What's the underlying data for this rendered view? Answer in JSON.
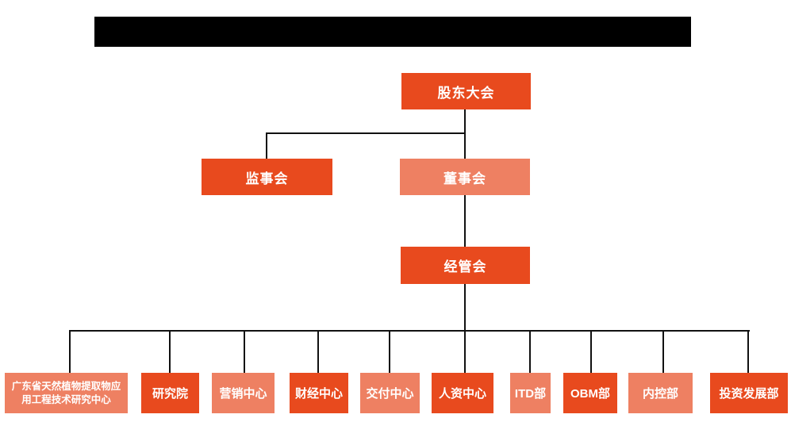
{
  "colors": {
    "primary_dark": "#e84a1e",
    "primary_light": "#ee8062",
    "connector": "#111111"
  },
  "org_chart": {
    "level1": {
      "shareholders_meeting": "股东大会"
    },
    "level2": {
      "supervisory_board": "监事会",
      "board_of_directors": "董事会"
    },
    "level3": {
      "management_committee": "经管会"
    },
    "departments": [
      {
        "label": "广东省天然植物提取物应用工程技术研究中心",
        "variant": "light"
      },
      {
        "label": "研究院",
        "variant": "dark"
      },
      {
        "label": "营销中心",
        "variant": "light"
      },
      {
        "label": "财经中心",
        "variant": "dark"
      },
      {
        "label": "交付中心",
        "variant": "light"
      },
      {
        "label": "人资中心",
        "variant": "dark"
      },
      {
        "label": "ITD部",
        "variant": "light"
      },
      {
        "label": "OBM部",
        "variant": "dark"
      },
      {
        "label": "内控部",
        "variant": "light"
      },
      {
        "label": "投资发展部",
        "variant": "dark"
      }
    ]
  }
}
